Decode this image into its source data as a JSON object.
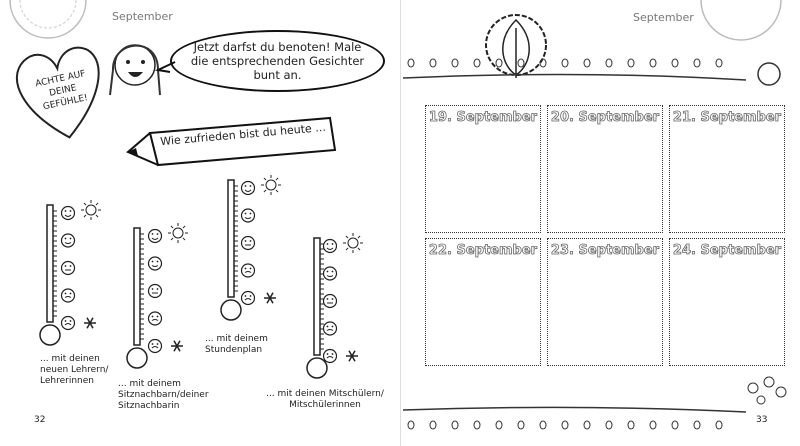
{
  "left_page": {
    "month": "September",
    "heart_text": "ACHTE AUF DEINE GEFÜHLE!",
    "speech": "Jetzt darfst du benoten! Male die entsprechenden Gesichter bunt an.",
    "pencil_text": "Wie zufrieden bist du heute ...",
    "thermometers": [
      {
        "label": "... mit deinen neuen Lehrern/ Lehrerinnen"
      },
      {
        "label": "... mit deinem Sitznachbarn/deiner Sitznachbarin"
      },
      {
        "label": "... mit deinem Stundenplan"
      },
      {
        "label": "... mit deinen Mitschülern/ Mitschülerinnen"
      }
    ],
    "face_scale": [
      "happy",
      "smile",
      "neutral",
      "sad",
      "very-sad"
    ],
    "page_number": "32"
  },
  "right_page": {
    "month": "September",
    "days": [
      "19. September",
      "20. September",
      "21. September",
      "22. September",
      "23. September",
      "24. September"
    ],
    "page_number": "33"
  }
}
